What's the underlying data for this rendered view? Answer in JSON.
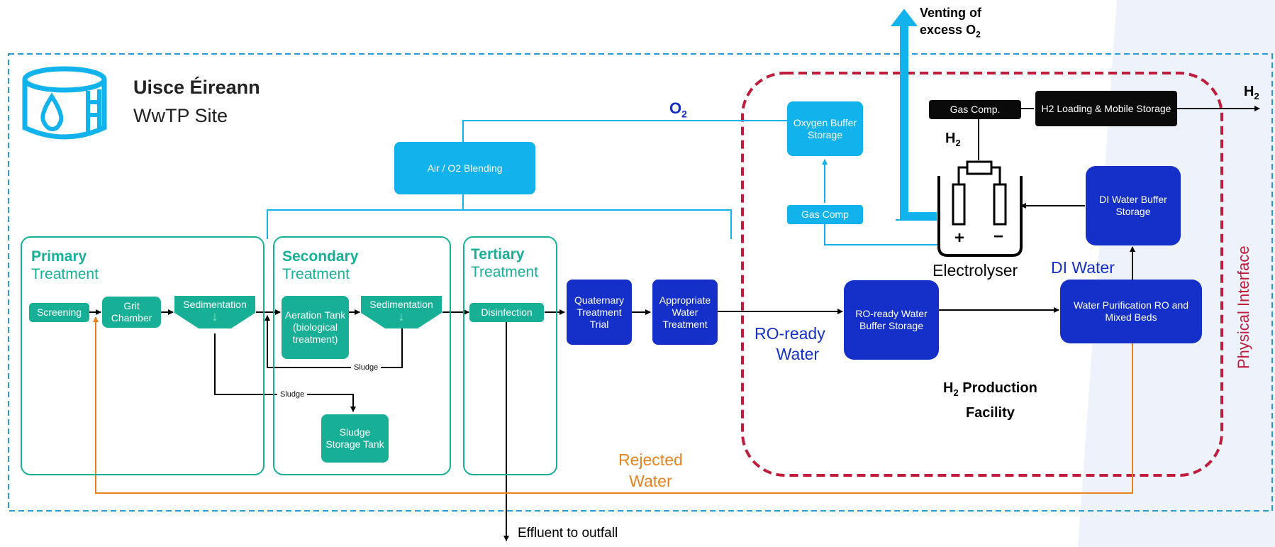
{
  "site": {
    "title": "Uisce Éireann",
    "subtitle": "WwTP Site"
  },
  "stages": {
    "primary": {
      "bold": "Primary",
      "normal": "Treatment"
    },
    "secondary": {
      "bold": "Secondary",
      "normal": "Treatment"
    },
    "tertiary": {
      "bold": "Tertiary",
      "normal": "Treatment"
    }
  },
  "process": {
    "screening": "Screening",
    "grit_chamber": "Grit Chamber",
    "sedimentation_primary": "Sedimentation",
    "aeration_tank": "Aeration Tank (biological treatment)",
    "sedimentation_secondary": "Sedimentation",
    "sludge_storage": "Sludge Storage Tank",
    "disinfection": "Disinfection",
    "air_o2_blending": "Air / O2 Blending",
    "quaternary_trial": "Quaternary Treatment Trial",
    "appropriate_water": "Appropriate Water Treatment"
  },
  "h2_facility": {
    "title_prefix": "H",
    "title_sub": "2",
    "title_rest": " Production",
    "title_line2": "Facility",
    "interface_label": "Physical Interface",
    "oxygen_buffer": "Oxygen Buffer Storage",
    "gas_comp_o2": "Gas Comp",
    "gas_comp_h2": "Gas Comp.",
    "h2_loading": "H2 Loading & Mobile Storage",
    "di_buffer": "DI Water Buffer Storage",
    "ro_buffer": "RO-ready Water Buffer Storage",
    "water_purification": "Water Purification RO and Mixed Beds",
    "electrolyser": "Electrolyser",
    "plus": "+",
    "minus": "−"
  },
  "labels": {
    "o2_main": "O",
    "o2_sub": "2",
    "h2_main": "H",
    "h2_sub": "2",
    "h2_out_main": "H",
    "h2_out_sub": "2",
    "venting_line1": "Venting of",
    "venting_line2": "excess O",
    "venting_sub": "2",
    "ro_ready_line1": "RO-ready",
    "ro_ready_line2": "Water",
    "di_water": "DI Water",
    "rejected_line1": "Rejected",
    "rejected_line2": "Water",
    "effluent": "Effluent to outfall",
    "sludge_1": "Sludge",
    "sludge_2": "Sludge"
  },
  "colors": {
    "teal": "#17b097",
    "light_blue": "#12b2ec",
    "dark_blue": "#1530c8",
    "orange": "#e8831f",
    "crimson": "#c01c3c",
    "site_border": "#2a9ad6"
  }
}
